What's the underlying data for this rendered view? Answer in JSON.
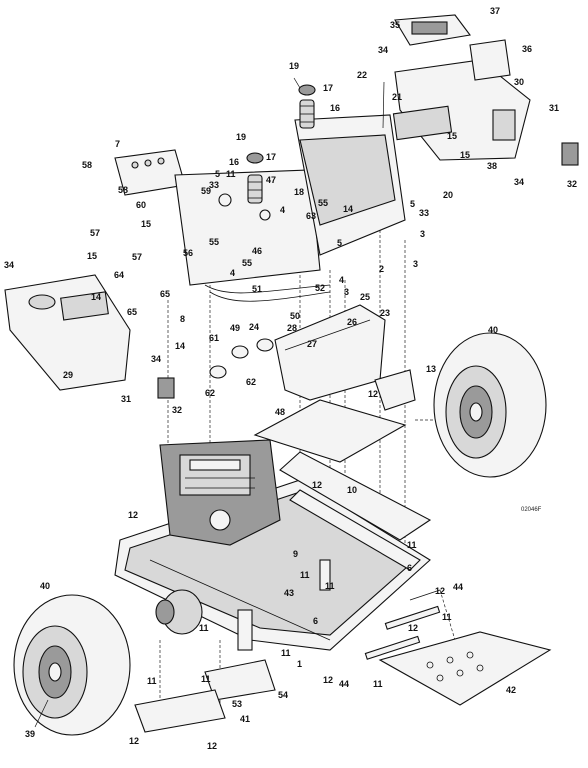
{
  "diagram": {
    "drawing_code": "02046F",
    "callouts": [
      {
        "id": "c37",
        "text": "37"
      },
      {
        "id": "c35",
        "text": "35"
      },
      {
        "id": "c36",
        "text": "36"
      },
      {
        "id": "c34a",
        "text": "34"
      },
      {
        "id": "c22",
        "text": "22"
      },
      {
        "id": "c30",
        "text": "30"
      },
      {
        "id": "c19a",
        "text": "19"
      },
      {
        "id": "c17a",
        "text": "17"
      },
      {
        "id": "c16a",
        "text": "16"
      },
      {
        "id": "c21",
        "text": "21"
      },
      {
        "id": "c31a",
        "text": "31"
      },
      {
        "id": "c15a",
        "text": "15"
      },
      {
        "id": "c15b",
        "text": "15"
      },
      {
        "id": "c7",
        "text": "7"
      },
      {
        "id": "c19b",
        "text": "19"
      },
      {
        "id": "c17b",
        "text": "17"
      },
      {
        "id": "c38",
        "text": "38"
      },
      {
        "id": "c32a",
        "text": "32"
      },
      {
        "id": "c58a",
        "text": "58"
      },
      {
        "id": "c16b",
        "text": "16"
      },
      {
        "id": "c20",
        "text": "20"
      },
      {
        "id": "c34b",
        "text": "34"
      },
      {
        "id": "c58b",
        "text": "58"
      },
      {
        "id": "c11a",
        "text": "11"
      },
      {
        "id": "c18",
        "text": "18"
      },
      {
        "id": "c5a",
        "text": "5"
      },
      {
        "id": "c33a",
        "text": "33"
      },
      {
        "id": "c59",
        "text": "59"
      },
      {
        "id": "c33b",
        "text": "33"
      },
      {
        "id": "c60",
        "text": "60"
      },
      {
        "id": "c55a",
        "text": "55"
      },
      {
        "id": "c14a",
        "text": "14"
      },
      {
        "id": "c5b",
        "text": "5"
      },
      {
        "id": "c47",
        "text": "47"
      },
      {
        "id": "c4a",
        "text": "4"
      },
      {
        "id": "c63",
        "text": "63"
      },
      {
        "id": "c57a",
        "text": "57"
      },
      {
        "id": "c15c",
        "text": "15"
      },
      {
        "id": "c55b",
        "text": "55"
      },
      {
        "id": "c3a",
        "text": "3"
      },
      {
        "id": "c5c",
        "text": "5"
      },
      {
        "id": "c15d",
        "text": "15"
      },
      {
        "id": "c46",
        "text": "46"
      },
      {
        "id": "c56",
        "text": "56"
      },
      {
        "id": "c57b",
        "text": "57"
      },
      {
        "id": "c55c",
        "text": "55"
      },
      {
        "id": "c4b",
        "text": "4"
      },
      {
        "id": "c2",
        "text": "2"
      },
      {
        "id": "c3b",
        "text": "3"
      },
      {
        "id": "c34c",
        "text": "34"
      },
      {
        "id": "c64",
        "text": "64"
      },
      {
        "id": "c4c",
        "text": "4"
      },
      {
        "id": "c52",
        "text": "52"
      },
      {
        "id": "c3c",
        "text": "3"
      },
      {
        "id": "c14b",
        "text": "14"
      },
      {
        "id": "c65a",
        "text": "65"
      },
      {
        "id": "c51",
        "text": "51"
      },
      {
        "id": "c25",
        "text": "25"
      },
      {
        "id": "c65b",
        "text": "65"
      },
      {
        "id": "c50",
        "text": "50"
      },
      {
        "id": "c8",
        "text": "8"
      },
      {
        "id": "c23",
        "text": "23"
      },
      {
        "id": "c28",
        "text": "28"
      },
      {
        "id": "c26",
        "text": "26"
      },
      {
        "id": "c49",
        "text": "49"
      },
      {
        "id": "c24",
        "text": "24"
      },
      {
        "id": "c14c",
        "text": "14"
      },
      {
        "id": "c27",
        "text": "27"
      },
      {
        "id": "c61",
        "text": "61"
      },
      {
        "id": "c40a",
        "text": "40"
      },
      {
        "id": "c29",
        "text": "29"
      },
      {
        "id": "c34d",
        "text": "34"
      },
      {
        "id": "c62a",
        "text": "62"
      },
      {
        "id": "c62b",
        "text": "62"
      },
      {
        "id": "c13",
        "text": "13"
      },
      {
        "id": "c31b",
        "text": "31"
      },
      {
        "id": "c32b",
        "text": "32"
      },
      {
        "id": "c48",
        "text": "48"
      },
      {
        "id": "c12a",
        "text": "12"
      },
      {
        "id": "c12b",
        "text": "12"
      },
      {
        "id": "c10",
        "text": "10"
      },
      {
        "id": "c12c",
        "text": "12"
      },
      {
        "id": "c11b",
        "text": "11"
      },
      {
        "id": "c9",
        "text": "9"
      },
      {
        "id": "c11c",
        "text": "11"
      },
      {
        "id": "c6a",
        "text": "6"
      },
      {
        "id": "c43",
        "text": "43"
      },
      {
        "id": "c44a",
        "text": "44"
      },
      {
        "id": "c12d",
        "text": "12"
      },
      {
        "id": "c11d",
        "text": "11"
      },
      {
        "id": "c40b",
        "text": "40"
      },
      {
        "id": "c6b",
        "text": "6"
      },
      {
        "id": "c12e",
        "text": "12"
      },
      {
        "id": "c11e",
        "text": "11"
      },
      {
        "id": "c11f",
        "text": "11"
      },
      {
        "id": "c1",
        "text": "1"
      },
      {
        "id": "c11g",
        "text": "11"
      },
      {
        "id": "c12f",
        "text": "12"
      },
      {
        "id": "c44b",
        "text": "44"
      },
      {
        "id": "c11h",
        "text": "11"
      },
      {
        "id": "c42",
        "text": "42"
      },
      {
        "id": "c11i",
        "text": "11"
      },
      {
        "id": "c54",
        "text": "54"
      },
      {
        "id": "c11j",
        "text": "11"
      },
      {
        "id": "c53",
        "text": "53"
      },
      {
        "id": "c41",
        "text": "41"
      },
      {
        "id": "c39",
        "text": "39"
      },
      {
        "id": "c12g",
        "text": "12"
      },
      {
        "id": "c12h",
        "text": "12"
      }
    ]
  }
}
